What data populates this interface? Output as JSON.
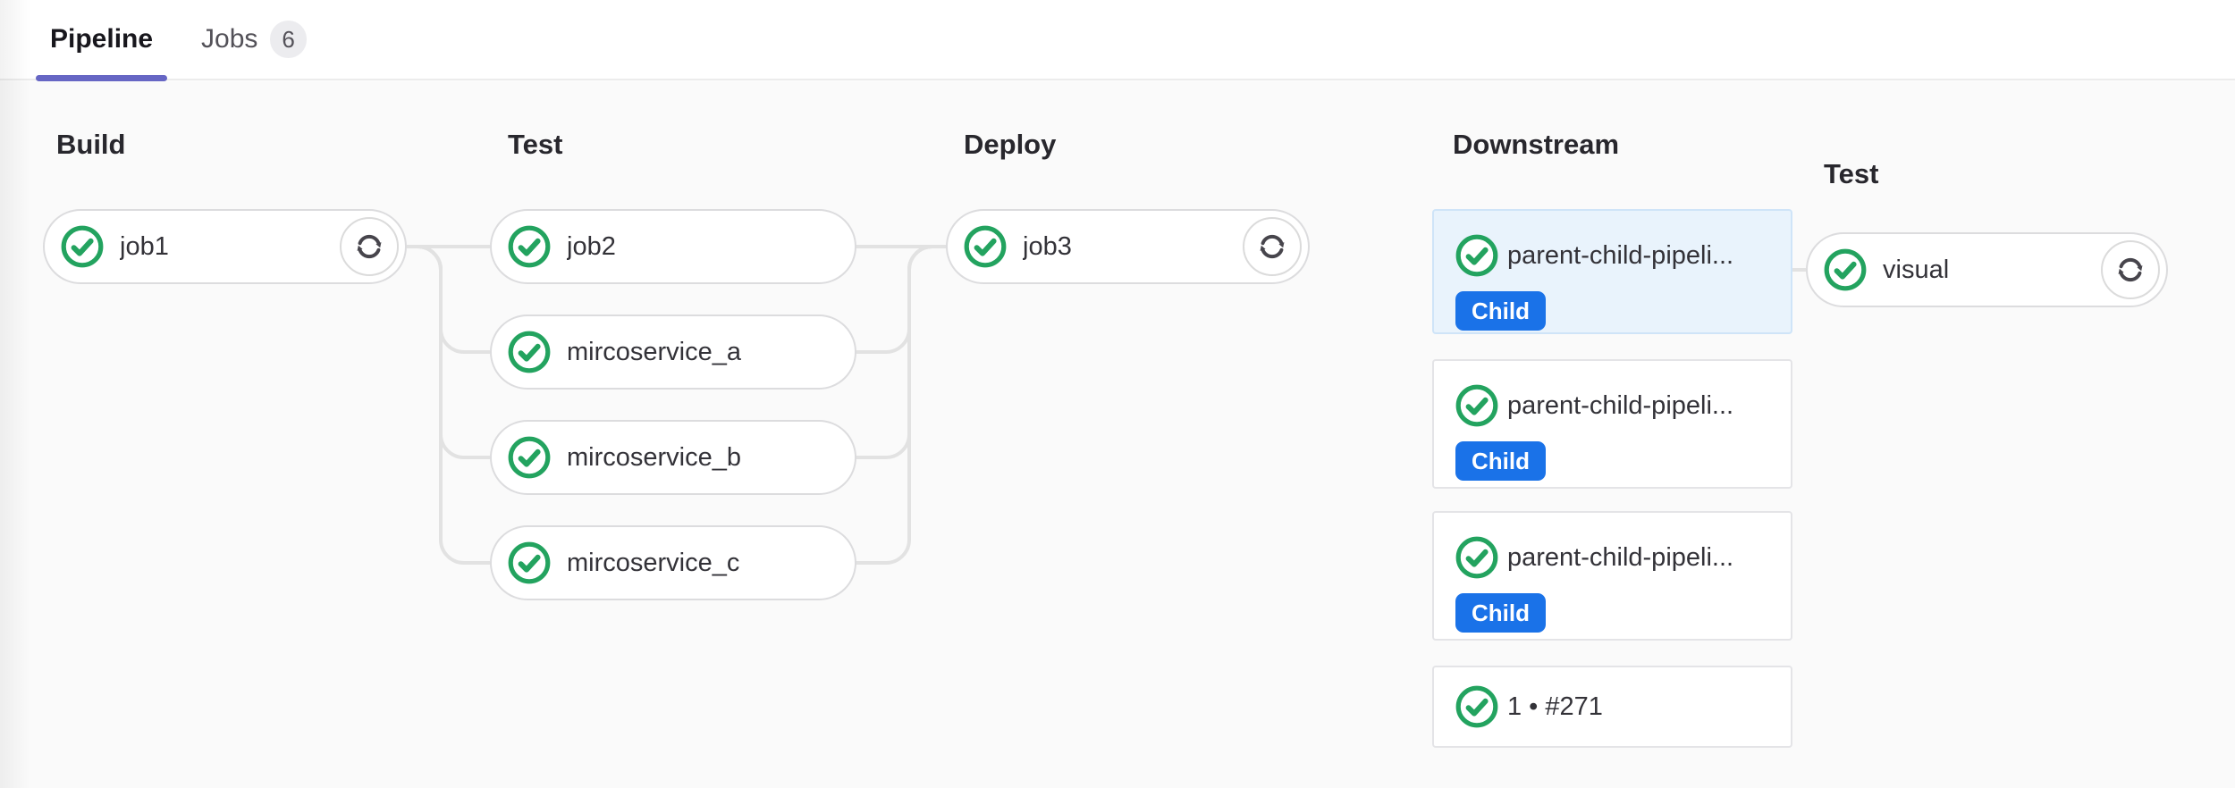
{
  "tabs": {
    "pipeline_label": "Pipeline",
    "jobs_label": "Jobs",
    "jobs_count": "6"
  },
  "stages": [
    {
      "title": "Build"
    },
    {
      "title": "Test"
    },
    {
      "title": "Deploy"
    },
    {
      "title": "Downstream"
    },
    {
      "title": "Test"
    }
  ],
  "jobs": {
    "job1": {
      "label": "job1",
      "status": "success",
      "status_icon": "status-success-icon",
      "action_icon": "retry-icon"
    },
    "job2": {
      "label": "job2",
      "status": "success",
      "status_icon": "status-success-icon"
    },
    "msa": {
      "label": "mircoservice_a",
      "status": "success",
      "status_icon": "status-success-icon"
    },
    "msb": {
      "label": "mircoservice_b",
      "status": "success",
      "status_icon": "status-success-icon"
    },
    "msc": {
      "label": "mircoservice_c",
      "status": "success",
      "status_icon": "status-success-icon"
    },
    "job3": {
      "label": "job3",
      "status": "success",
      "status_icon": "status-success-icon",
      "action_icon": "retry-icon"
    },
    "visual": {
      "label": "visual",
      "status": "success",
      "status_icon": "status-success-icon",
      "action_icon": "retry-icon"
    }
  },
  "downstream": {
    "cards": [
      {
        "label": "parent-child-pipeli...",
        "badge": "Child",
        "status": "success",
        "status_icon": "status-success-icon",
        "selected": true
      },
      {
        "label": "parent-child-pipeli...",
        "badge": "Child",
        "status": "success",
        "status_icon": "status-success-icon",
        "selected": false
      },
      {
        "label": "parent-child-pipeli...",
        "badge": "Child",
        "status": "success",
        "status_icon": "status-success-icon",
        "selected": false
      },
      {
        "label": "1 • #271",
        "status": "success",
        "status_icon": "status-success-icon",
        "selected": false
      }
    ]
  },
  "colors": {
    "tab_accent": "#6666c4",
    "success_green": "#23a35f",
    "badge_blue": "#1a72e8",
    "selected_card_bg": "#e9f3fc",
    "connector_gray": "#e2e2e2"
  }
}
